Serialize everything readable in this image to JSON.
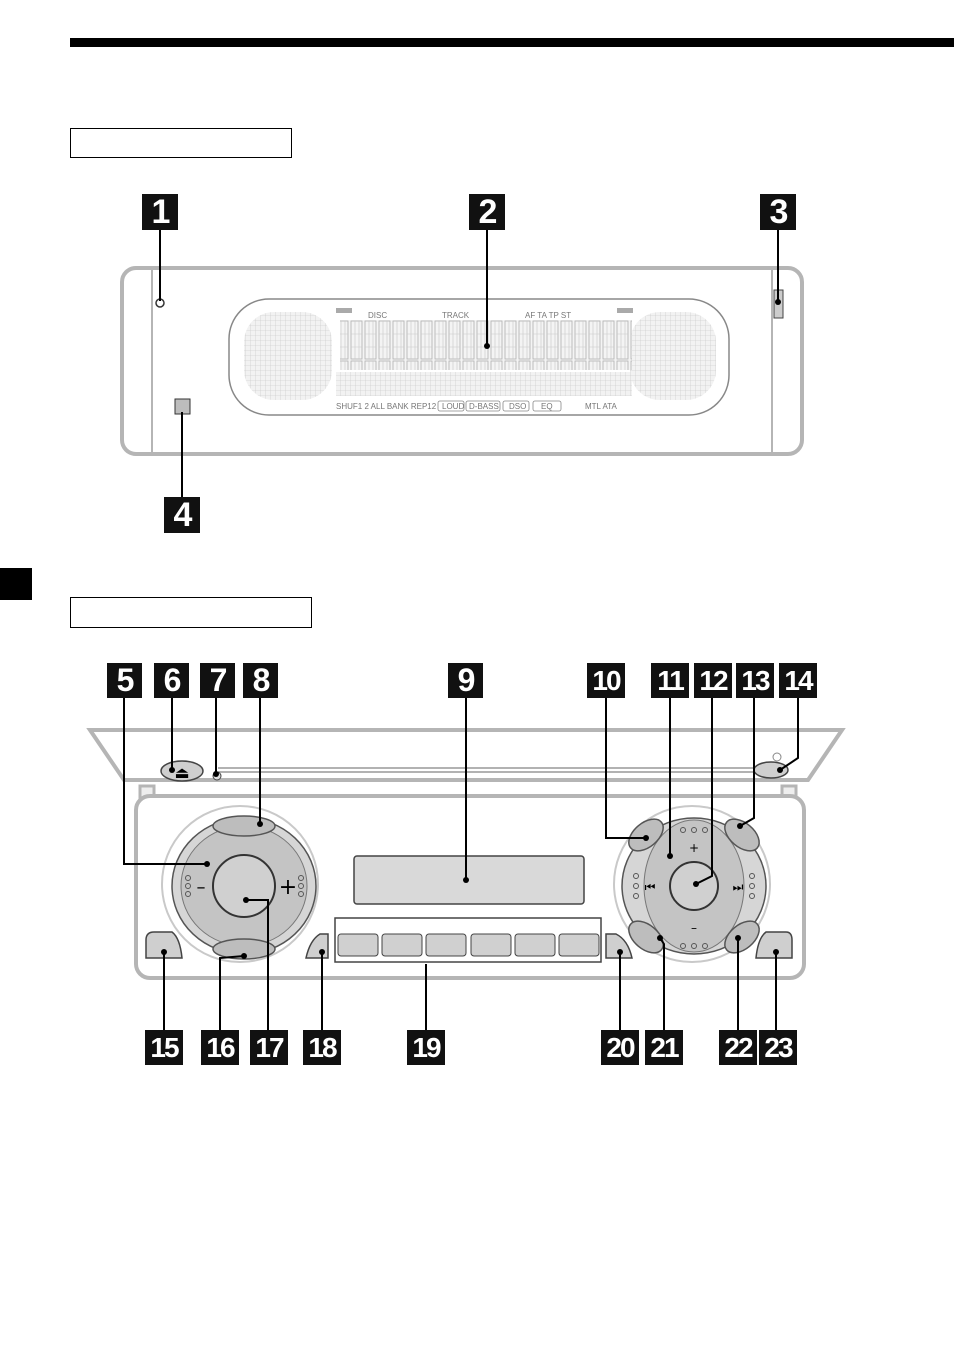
{
  "section1": {
    "title": ""
  },
  "section2": {
    "title": ""
  },
  "callouts": {
    "c1": "1",
    "c2": "2",
    "c3": "3",
    "c4": "4",
    "c5": "5",
    "c6": "6",
    "c7": "7",
    "c8": "8",
    "c9": "9",
    "c10": "10",
    "c11": "11",
    "c12": "12",
    "c13": "13",
    "c14": "14",
    "c15": "15",
    "c16": "16",
    "c17": "17",
    "c18": "18",
    "c19": "19",
    "c20": "20",
    "c21": "21",
    "c22": "22",
    "c23": "23"
  },
  "display_labels": {
    "disc": "DISC",
    "track": "TRACK",
    "af_ta_tp_st": "AF TA TP ST",
    "shuf_repeat": "SHUF1 2 ALL  BANK  REP12",
    "loud": "LOUD",
    "dbass": "D-BASS",
    "dso": "DSO",
    "eq": "EQ",
    "mtl_ata": "MTL  ATA"
  },
  "unit_labels": {
    "eject_symbol": "⏏",
    "volume_minus": "–",
    "volume_plus": "+",
    "seek_plus": "+",
    "seek_minus": "–",
    "seek_prev_symbol": "⏮",
    "seek_next_symbol": "⏭"
  },
  "colors": {
    "ink": "#000000",
    "panel_gray": "#bdbdbd",
    "panel_light": "#e6e6e6",
    "display_gray": "#d9d9d9"
  }
}
